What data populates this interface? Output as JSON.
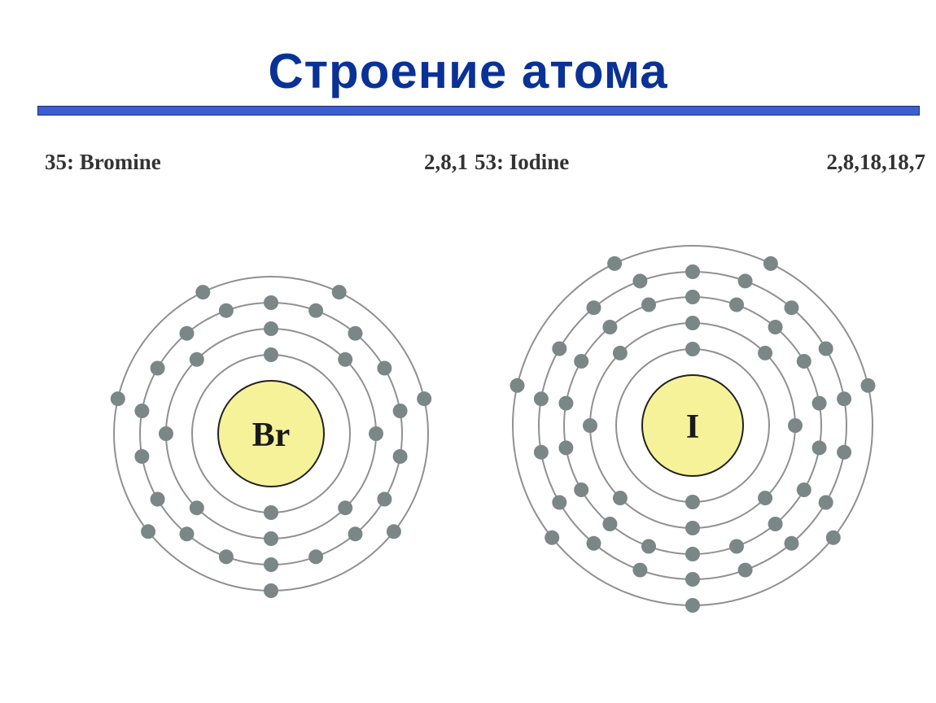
{
  "slide": {
    "title": "Строение атома",
    "title_color": "#0a3296",
    "rule_color": "#3a5fd0"
  },
  "colors": {
    "shell": "#909090",
    "electron": "#7b8787",
    "nucleus_fill": "#f6f29a",
    "nucleus_stroke": "#222222"
  },
  "atoms": [
    {
      "name_label": "35: Bromine",
      "configuration": "2,8,1",
      "symbol": "Br",
      "shells": [
        2,
        8,
        18,
        7
      ]
    },
    {
      "name_label": "53: Iodine",
      "configuration": "2,8,18,18,7",
      "symbol": "I",
      "shells": [
        2,
        8,
        18,
        18,
        7
      ]
    }
  ]
}
